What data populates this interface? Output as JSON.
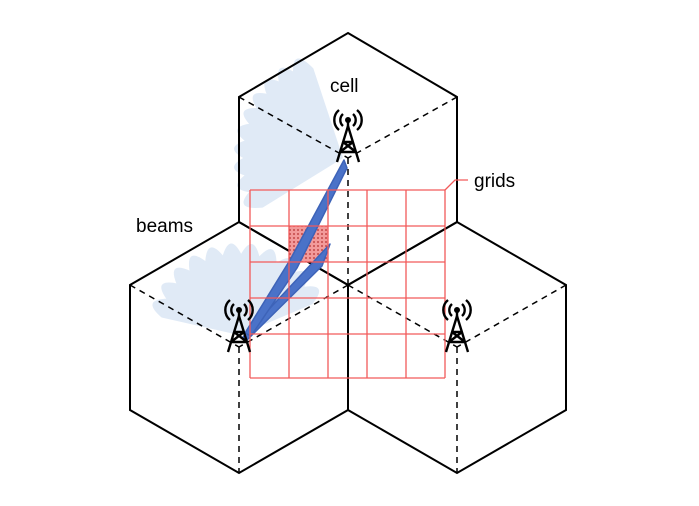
{
  "labels": {
    "cell": "cell",
    "grids": "grids",
    "beams": "beams"
  },
  "colors": {
    "hex_outline": "#000000",
    "grid_line": "#f25a5a",
    "beam_fan": "#dbe7f5",
    "active_beam": "#4a72c8",
    "highlight_fill": "#f08a8a"
  },
  "icons": [
    "cell-tower-icon",
    "cell-tower-icon",
    "cell-tower-icon"
  ]
}
